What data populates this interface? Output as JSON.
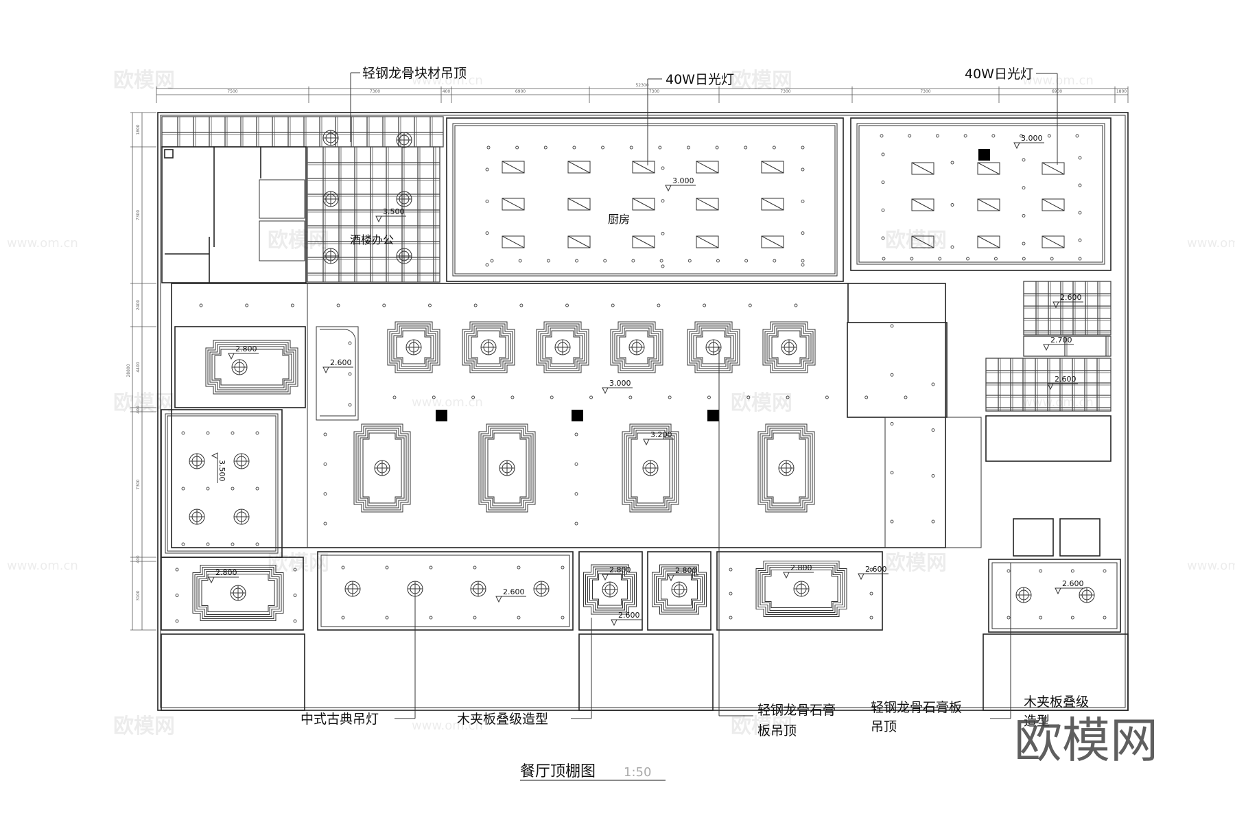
{
  "drawing": {
    "title": "餐厅顶棚图",
    "scale": "1:50",
    "rooms": {
      "office": "酒楼办公",
      "kitchen": "厨房"
    },
    "callouts": {
      "block_ceiling": "轻钢龙骨块材吊顶",
      "fluorescent_1": "40W日光灯",
      "fluorescent_2": "40W日光灯",
      "chinese_lamp": "中式古典吊灯",
      "plywood_tier_1": "木夹板叠级造型",
      "gypsum_1_line1": "轻钢龙骨石膏",
      "gypsum_1_line2": "板吊顶",
      "gypsum_2_line1": "轻钢龙骨石膏板",
      "gypsum_2_line2": "吊顶",
      "plywood_tier_2_line1": "木夹板叠级",
      "plywood_tier_2_line2": "造型"
    },
    "elevations": [
      "3.500",
      "3.000",
      "3.000",
      "2.800",
      "2.600",
      "3.000",
      "3.200",
      "3.500",
      "2.600",
      "2.700",
      "2.600",
      "2.800",
      "2.600",
      "2.800",
      "2.800",
      "2.600",
      "2.800",
      "2.600",
      "2.600"
    ],
    "dimensions": {
      "top_total": "52300",
      "top": [
        "7500",
        "7300",
        "400",
        "6900",
        "7300",
        "7300",
        "7300",
        "6900",
        "1800"
      ],
      "left_total": "28800",
      "left": [
        "1800",
        "7300",
        "2400",
        "4400",
        "400",
        "7300",
        "400",
        "3100"
      ]
    },
    "watermark": {
      "logo": "欧模网",
      "url": "www.om.cn"
    }
  }
}
